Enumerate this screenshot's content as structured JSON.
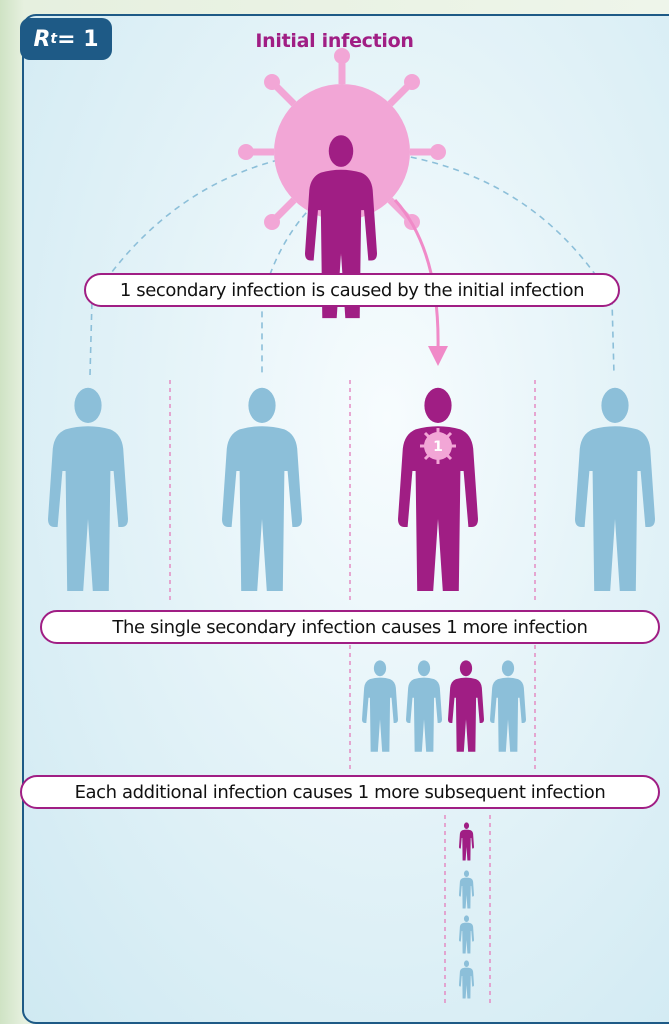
{
  "badge": {
    "r": "R",
    "sub": "t",
    "eq": " = 1"
  },
  "initial_label": "Initial infection",
  "captions": [
    "1 secondary infection is caused by the initial infection",
    "The single secondary infection causes 1 more infection",
    "Each additional infection causes 1 more subsequent infection"
  ],
  "virus_number": "1",
  "colors": {
    "infected": "#a01e84",
    "healthy": "#8cbfd9",
    "virus": "#f2a6d6",
    "dashed": "#8cbfd9",
    "divider": "#e48cc3",
    "badge": "#1e5a86"
  }
}
